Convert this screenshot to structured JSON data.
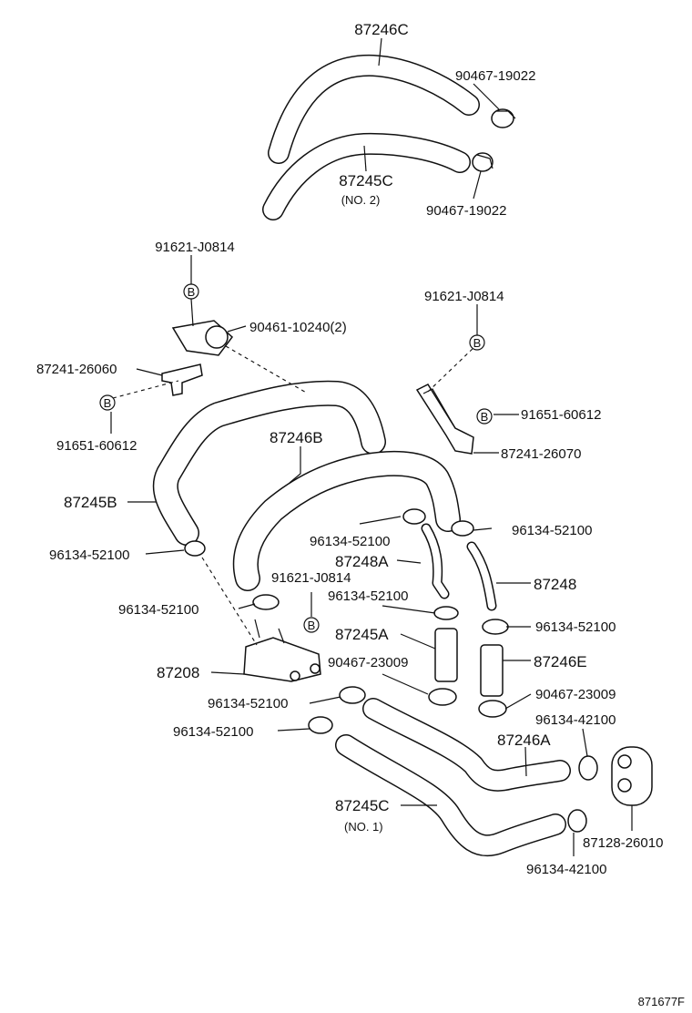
{
  "diagram": {
    "parts": {
      "p87246C": "87246C",
      "p90467_19022_a": "90467-19022",
      "p87245C_no2": "87245C",
      "p87245C_no2_sub": "(NO. 2)",
      "p90467_19022_b": "90467-19022",
      "p91621_J0814_a": "91621-J0814",
      "p90461_10240": "90461-10240(2)",
      "p87241_26060": "87241-26060",
      "p91651_60612_a": "91651-60612",
      "p91621_J0814_b": "91621-J0814",
      "p91651_60612_b": "91651-60612",
      "p87241_26070": "87241-26070",
      "p87246B": "87246B",
      "p87245B": "87245B",
      "p96134_52100_a": "96134-52100",
      "p96134_52100_b": "96134-52100",
      "p87248A": "87248A",
      "p96134_52100_c": "96134-52100",
      "p87248": "87248",
      "p91621_J0814_c": "91621-J0814",
      "p96134_52100_d": "96134-52100",
      "p96134_52100_e": "96134-52100",
      "p87245A": "87245A",
      "p87246E": "87246E",
      "p87208": "87208",
      "p90467_23009_a": "90467-23009",
      "p90467_23009_b": "90467-23009",
      "p96134_52100_f": "96134-52100",
      "p96134_42100_a": "96134-42100",
      "p96134_52100_g": "96134-52100",
      "p87246A": "87246A",
      "p87245C_no1": "87245C",
      "p87245C_no1_sub": "(NO. 1)",
      "p87128_26010": "87128-26010",
      "p96134_42100_b": "96134-42100"
    },
    "bolt_marker": "B",
    "drawing_id": "871677F"
  }
}
